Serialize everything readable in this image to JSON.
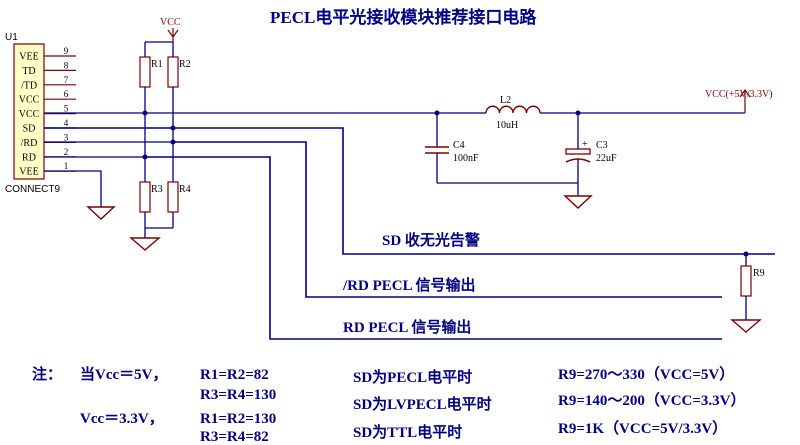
{
  "title": "PECL电平光接收模块推荐接口电路",
  "vcc_label": "VCC",
  "vcc_out_label": "VCC(+5V/3.3V)",
  "connector": {
    "ref": "U1",
    "name": "CONNECT9",
    "pins": [
      {
        "label": "VEE",
        "num": "9"
      },
      {
        "label": "TD",
        "num": "8"
      },
      {
        "label": "/TD",
        "num": "7"
      },
      {
        "label": "VCC",
        "num": "6"
      },
      {
        "label": "VCC",
        "num": "5"
      },
      {
        "label": "SD",
        "num": "4"
      },
      {
        "label": "/RD",
        "num": "3"
      },
      {
        "label": "RD",
        "num": "2"
      },
      {
        "label": "VEE",
        "num": "1"
      }
    ]
  },
  "components": {
    "r1": "R1",
    "r2": "R2",
    "r3": "R3",
    "r4": "R4",
    "r9": "R9",
    "l2": "L2",
    "l2_value": "10uH",
    "c4": "C4",
    "c4_value": "100nF",
    "c3": "C3",
    "c3_value": "22uF"
  },
  "signals": {
    "sd": "SD 收无光告警",
    "nrd": "/RD PECL 信号输出",
    "rd": "RD PECL 信号输出"
  },
  "notes": {
    "prefix": "注：",
    "cond_5v": "当Vcc＝5V，",
    "cond_5v_r12": "R1=R2=82",
    "cond_5v_r34": "R3=R4=130",
    "cond_33v": "Vcc＝3.3V，",
    "cond_33v_r12": "R1=R2=130",
    "cond_33v_r34": "R3=R4=82",
    "sd_rows": [
      {
        "mode": "SD为PECL电平时",
        "value": "R9=270～330（VCC=5V）"
      },
      {
        "mode": "SD为LVPECL电平时",
        "value": "R9=140～200（VCC=3.3V）"
      },
      {
        "mode": "SD为TTL电平时",
        "value": "R9=1K（VCC=5V/3.3V）"
      }
    ]
  }
}
